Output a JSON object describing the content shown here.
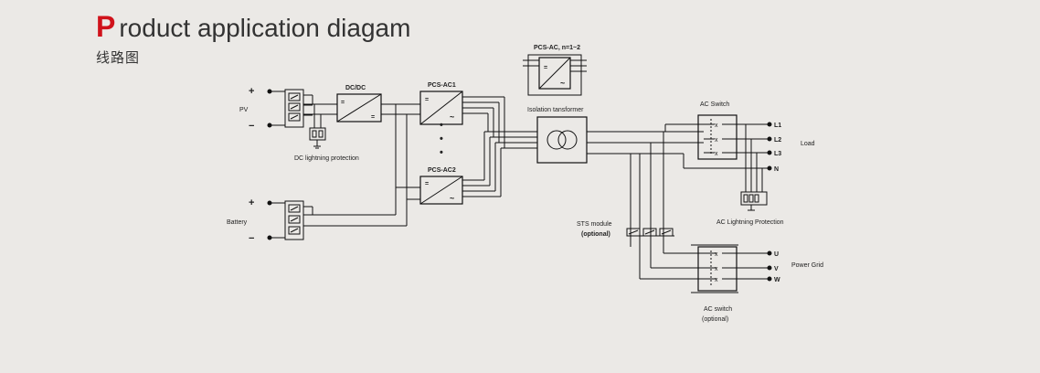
{
  "header": {
    "title_initial": "P",
    "title_rest": "roduct application diagam",
    "subtitle": "线路图"
  },
  "diagram": {
    "pv_label": "PV",
    "battery_label": "Battery",
    "plus": "+",
    "minus": "−",
    "dcdc_label": "DC/DC",
    "pcs_ac1_label": "PCS-AC1",
    "pcs_ac2_label": "PCS-AC2",
    "pcs_acn_label": "PCS-AC, n=1~2",
    "dc_lightning_label": "DC lightning protection",
    "isolation_label": "Isolation tansformer",
    "ac_switch_label": "AC Switch",
    "ac_lightning_label": "AC Lightning Protection",
    "sts_label": "STS module",
    "sts_optional": "(optional)",
    "ac_switch2_label": "AC switch",
    "ac_switch2_optional": "(optional)",
    "load_label": "Load",
    "power_grid_label": "Power Grid",
    "l1": "L1",
    "l2": "L2",
    "l3": "L3",
    "n": "N",
    "u": "U",
    "v": "V",
    "w": "W",
    "eq": "=",
    "ac": "~",
    "dot": "•",
    "sw_x": "x"
  }
}
